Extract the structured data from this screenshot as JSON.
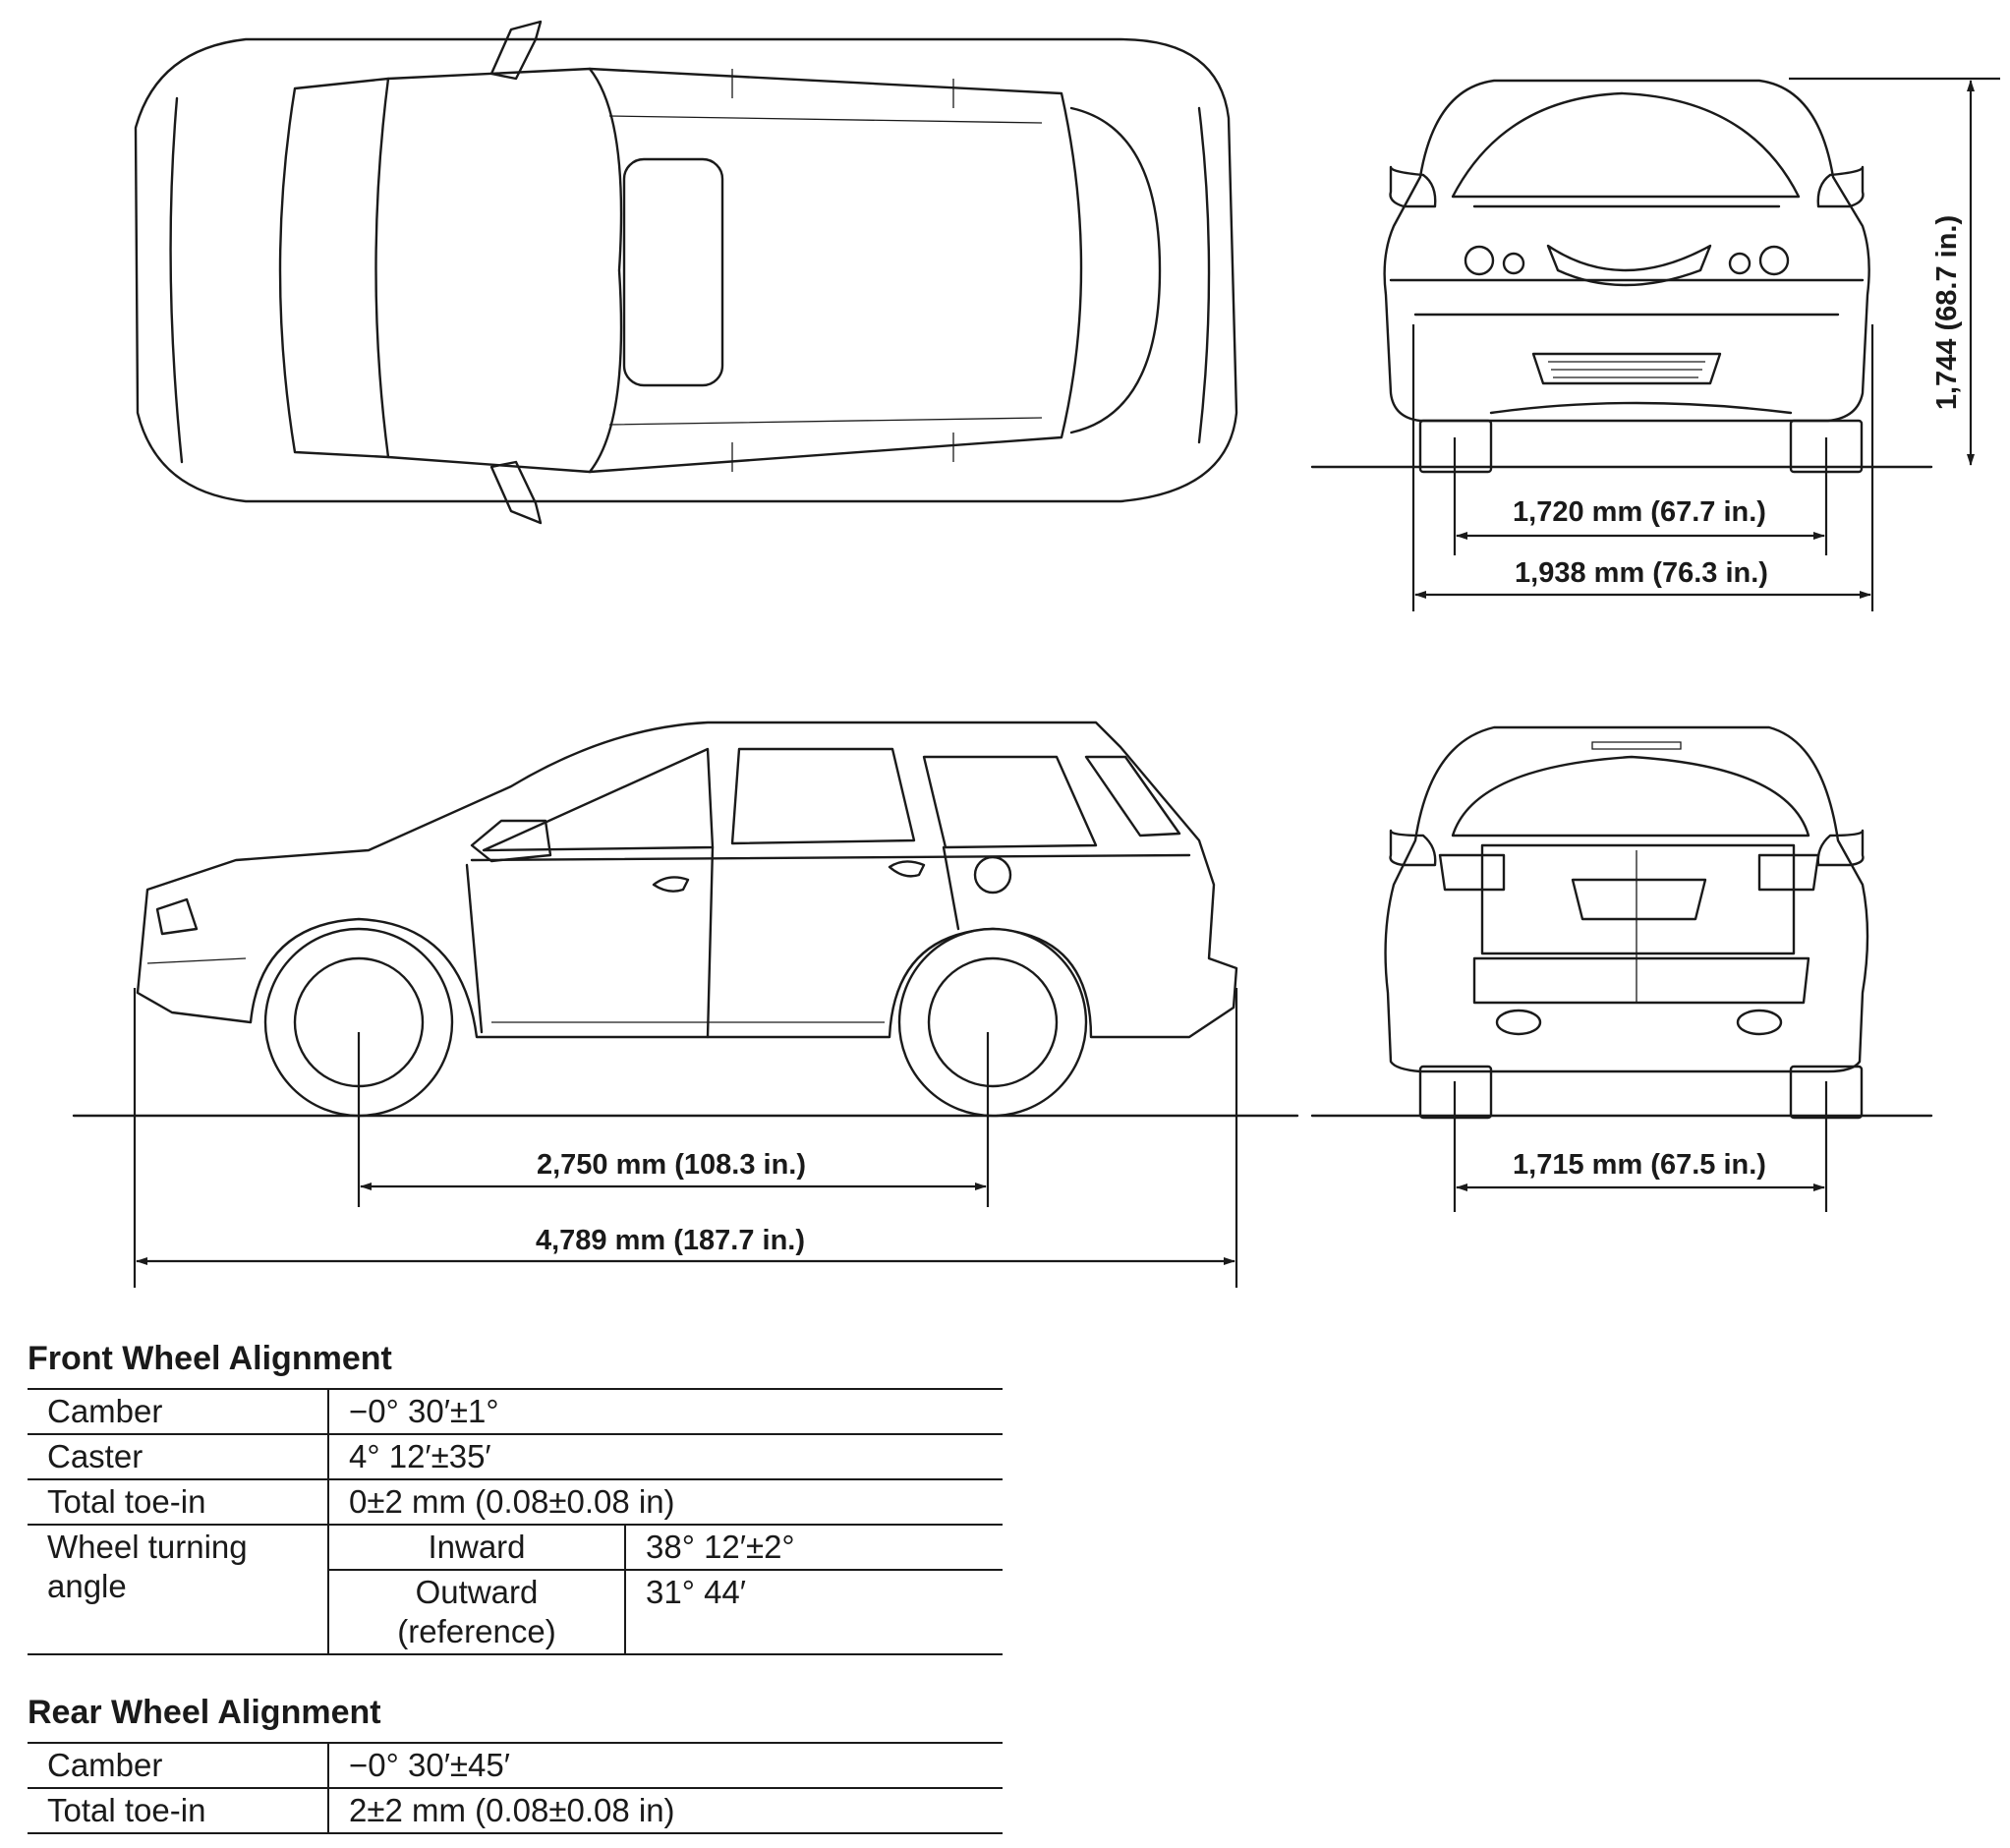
{
  "dimensions": {
    "front_track": "1,720 mm (67.7 in.)",
    "overall_width": "1,938 mm (76.3 in.)",
    "overall_height": "1,744 (68.7 in.)",
    "wheelbase": "2,750 mm (108.3 in.)",
    "overall_length": "4,789 mm (187.7 in.)",
    "rear_track": "1,715 mm (67.5 in.)"
  },
  "front_alignment": {
    "title": "Front Wheel Alignment",
    "camber": {
      "label": "Camber",
      "value": "−0°  30′±1°"
    },
    "caster": {
      "label": "Caster",
      "value": "4°  12′±35′"
    },
    "toe": {
      "label": "Total toe-in",
      "value": "0±2 mm (0.08±0.08 in)"
    },
    "turning": {
      "label": "Wheel turning\nangle",
      "inward": {
        "label": "Inward",
        "value": "38°  12′±2°"
      },
      "outward": {
        "label": "Outward\n(reference)",
        "value": "31°  44′"
      }
    }
  },
  "rear_alignment": {
    "title": "Rear Wheel Alignment",
    "camber": {
      "label": "Camber",
      "value": "−0°  30′±45′"
    },
    "toe": {
      "label": "Total toe-in",
      "value": "2±2 mm (0.08±0.08 in)"
    }
  }
}
